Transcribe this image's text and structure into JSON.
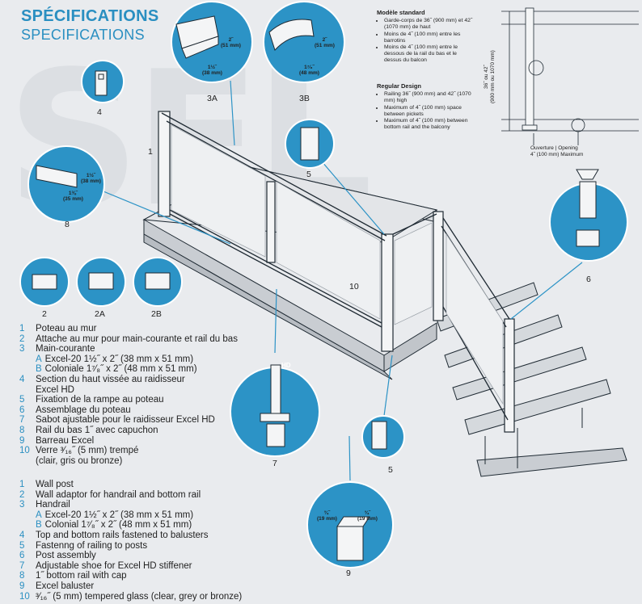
{
  "header": {
    "title_fr": "SPÉCIFICATIONS",
    "title_en": "SPECIFICATIONS"
  },
  "background_text": "SEL",
  "standard_fr": {
    "heading": "Modèle standard",
    "items": [
      "Garde-corps de 36˝ (900 mm) et 42˝ (1070 mm) de haut",
      "Moins de 4˝ (100 mm) entre les barrotins",
      "Moins de 4˝ (100 mm) entre le dessous de la rail du bas et le dessus du balcon"
    ]
  },
  "standard_en": {
    "heading": "Regular Design",
    "items": [
      "Railing 36˝ (900 mm) and 42˝ (1070 mm) high",
      "Maximum of 4˝ (100 mm) space between pickets",
      "Maximum of 4˝ (100 mm) between bottom rail and the balcony"
    ]
  },
  "side_diagram": {
    "height_label_1": "36˝ ou 42˝",
    "height_label_2": "(900 mm ou 1070 mm)",
    "opening_label_1": "Ouverture | Opening",
    "opening_label_2": "4˝ (100 mm) Maximum"
  },
  "callouts": {
    "c3a": {
      "label": "3A",
      "dim_h": "2˝\n(51 mm)",
      "dim_w": "1½˝\n(38 mm)"
    },
    "c3b": {
      "label": "3B",
      "dim_h": "2˝\n(51 mm)",
      "dim_w": "1⁷⁄₈˝\n(48 mm)"
    },
    "c4": {
      "label": "4"
    },
    "c5a": {
      "label": "5"
    },
    "c5b": {
      "label": "5"
    },
    "c6": {
      "label": "6"
    },
    "c7": {
      "label": "7",
      "tag": "HD"
    },
    "c8": {
      "label": "8",
      "dim_a": "1½˝\n(38 mm)",
      "dim_b": "1⅜˝\n(35 mm)"
    },
    "c9": {
      "label": "9",
      "dim_a": "¾˝\n(19 mm)",
      "dim_b": "¾˝\n(19 mm)"
    },
    "c2": {
      "label": "2"
    },
    "c2a": {
      "label": "2A"
    },
    "c2b": {
      "label": "2B"
    },
    "p1": {
      "label": "1"
    },
    "p10": {
      "label": "10"
    }
  },
  "legend_fr": [
    {
      "n": "1",
      "t": "Poteau au mur"
    },
    {
      "n": "2",
      "t": "Attache au mur pour main-courante et rail du bas"
    },
    {
      "n": "3",
      "t": "Main-courante",
      "subs": [
        {
          "l": "A",
          "t": "Excel-20 1½˝ x 2˝ (38 mm x 51 mm)"
        },
        {
          "l": "B",
          "t": "Coloniale 1⁷⁄₈˝ x 2˝ (48 mm x 51 mm)"
        }
      ]
    },
    {
      "n": "4",
      "t": "Section du haut vissée au raidisseur",
      "t2": "Excel HD"
    },
    {
      "n": "5",
      "t": "Fixation de la rampe au poteau"
    },
    {
      "n": "6",
      "t": "Assemblage du poteau"
    },
    {
      "n": "7",
      "t": "Sabot ajustable pour le raidisseur Excel HD"
    },
    {
      "n": "8",
      "t": "Rail du bas 1˝ avec capuchon"
    },
    {
      "n": "9",
      "t": "Barreau Excel"
    },
    {
      "n": "10",
      "t": "Verre ³⁄₁₆˝ (5 mm) trempé",
      "t2": "(clair, gris ou bronze)"
    }
  ],
  "legend_en": [
    {
      "n": "1",
      "t": "Wall post"
    },
    {
      "n": "2",
      "t": "Wall adaptor for handrail and bottom rail"
    },
    {
      "n": "3",
      "t": "Handrail",
      "subs": [
        {
          "l": "A",
          "t": "Excel-20 1½˝ x 2˝ (38 mm x 51 mm)"
        },
        {
          "l": "B",
          "t": "Colonial 1⁷⁄₈˝ x 2˝ (48 mm x 51 mm)"
        }
      ]
    },
    {
      "n": "4",
      "t": "Top and bottom rails fastened to balusters"
    },
    {
      "n": "5",
      "t": "Fastenng of railing to posts"
    },
    {
      "n": "6",
      "t": "Post assembly"
    },
    {
      "n": "7",
      "t": "Adjustable shoe for Excel HD stiffener"
    },
    {
      "n": "8",
      "t": "1˝ bottom rail with cap"
    },
    {
      "n": "9",
      "t": "Excel baluster"
    },
    {
      "n": "10",
      "t": "³⁄₁₆˝ (5 mm) tempered glass (clear, grey or bronze)"
    }
  ],
  "colors": {
    "accent": "#2a8fc1",
    "circle": "#2c93c6",
    "deck": "#cfd3d8",
    "line": "#1f2a33"
  }
}
